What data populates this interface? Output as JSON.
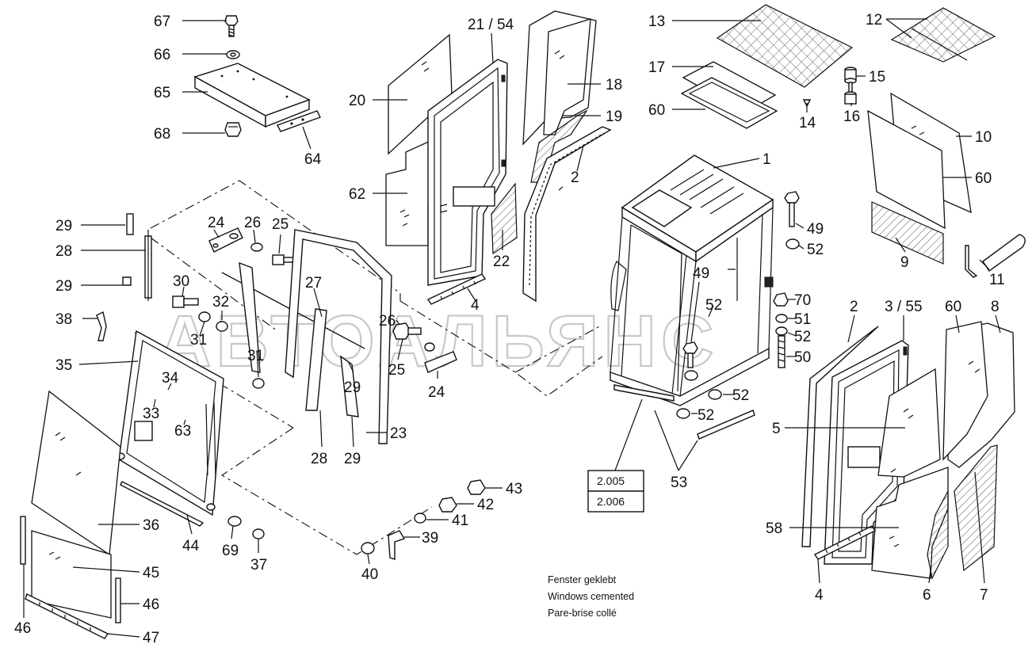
{
  "callouts": [
    "67",
    "66",
    "65",
    "68",
    "64",
    "20",
    "21 / 54",
    "18",
    "19",
    "2",
    "62",
    "22",
    "13",
    "17",
    "60",
    "12",
    "15",
    "14",
    "16",
    "10",
    "60",
    "9",
    "11",
    "1",
    "49",
    "52",
    "29",
    "28",
    "29",
    "24",
    "26",
    "25",
    "30",
    "32",
    "27",
    "38",
    "31",
    "35",
    "31",
    "34",
    "33",
    "63",
    "26",
    "25",
    "24",
    "29",
    "28",
    "29",
    "23",
    "4",
    "49",
    "52",
    "70",
    "51",
    "52",
    "50",
    "52",
    "52",
    "2",
    "3 / 55",
    "60",
    "8",
    "5",
    "53",
    "58",
    "4",
    "6",
    "7",
    "36",
    "44",
    "69",
    "37",
    "43",
    "42",
    "41",
    "39",
    "40",
    "45",
    "46",
    "46",
    "47"
  ],
  "ref_boxes": [
    "2.005",
    "2.006"
  ],
  "notes": [
    "Fenster geklebt",
    "Windows cemented",
    "Pare-brise collé"
  ],
  "watermark": "АВТОАЛЬЯНС"
}
